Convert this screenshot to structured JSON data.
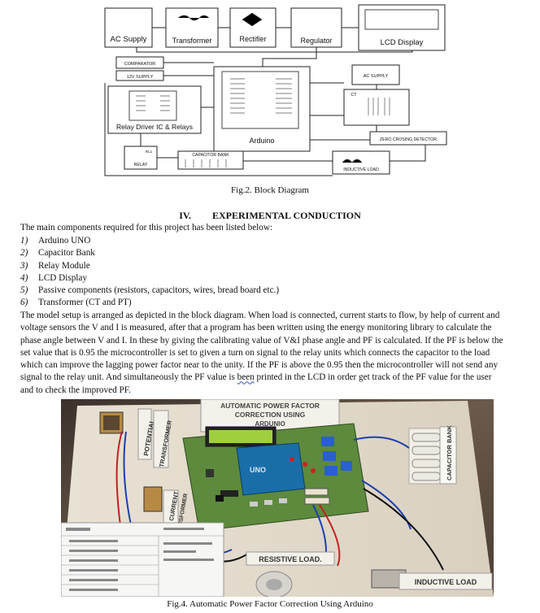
{
  "diagram": {
    "blocks": {
      "ac_supply": "AC Supply",
      "transformer": "Transformer",
      "rectifier": "Rectifier",
      "regulator": "Regulator",
      "lcd_display": "LCD Display",
      "comparator": "COMPARATOR",
      "supply_12v": "12V SUPPLY",
      "relay_driver": "Relay Driver IC & Relays",
      "arduino": "Arduino",
      "ac_supply_small": "AC SUPPLY",
      "ct": "CT",
      "zcd": "ZERO CROSING DETECTOR",
      "capacitor_bank": "CAPACITOR BANK",
      "relay": "RELAY",
      "rl1": "RL1",
      "inductive_load": "INDUCTIVE LOAD"
    }
  },
  "fig2_caption": "Fig.2. Block Diagram",
  "section": {
    "number": "IV.",
    "title": "EXPERIMENTAL CONDUCTION"
  },
  "intro": "The main components required for this project has been listed below:",
  "components": [
    {
      "n": "1)",
      "text": "Arduino UNO"
    },
    {
      "n": "2)",
      "text": "Capacitor Bank"
    },
    {
      "n": "3)",
      "text": "Relay Module"
    },
    {
      "n": "4)",
      "text": "LCD Display"
    },
    {
      "n": "5)",
      "text": "Passive components (resistors, capacitors, wires, bread board etc.)"
    },
    {
      "n": "6)",
      "text": "Transformer (CT and PT)"
    }
  ],
  "paragraph": {
    "line1": "The model setup is arranged as depicted in the block diagram. When load is connected, current starts to flow, by help of current and",
    "line2": "voltage sensors the V and I is measured, after that a program has been written using the energy monitoring library to calculate the",
    "line3": "phase angle between V and I. In these by giving the calibrating value of V&I phase angle and PF is calculated. If the PF is below the",
    "line4": "set value that is 0.95 the microcontroller is set to given a turn on signal to the relay units which connects the capacitor to the load",
    "line5": "which can improve the lagging power factor near to the unity. If the PF is above the 0.95 then the microcontroller will not send any",
    "line6_a": "signal to the relay unit. And simultaneously the PF value is ",
    "line6_b": "been",
    "line6_c": " printed in the LCD in order get track of the PF value for the user",
    "line7": "and to check the improved PF."
  },
  "photo": {
    "title_line1": "AUTOMATIC POWER FACTOR",
    "title_line2": "CORRECTION USING",
    "title_line3": "ARDUNIO",
    "potential": "POTENTIAL",
    "transformer": "TRANSFORMER",
    "current": "CURRENT",
    "transformer2": "TRANSFORMER",
    "capacitor_bank": "CAPACITOR BANK",
    "resistive_load": "RESISTIVE LOAD.",
    "inductive_load": "INDUCTIVE LOAD"
  },
  "fig4_caption": "Fig.4. Automatic Power Factor Correction Using Arduino"
}
